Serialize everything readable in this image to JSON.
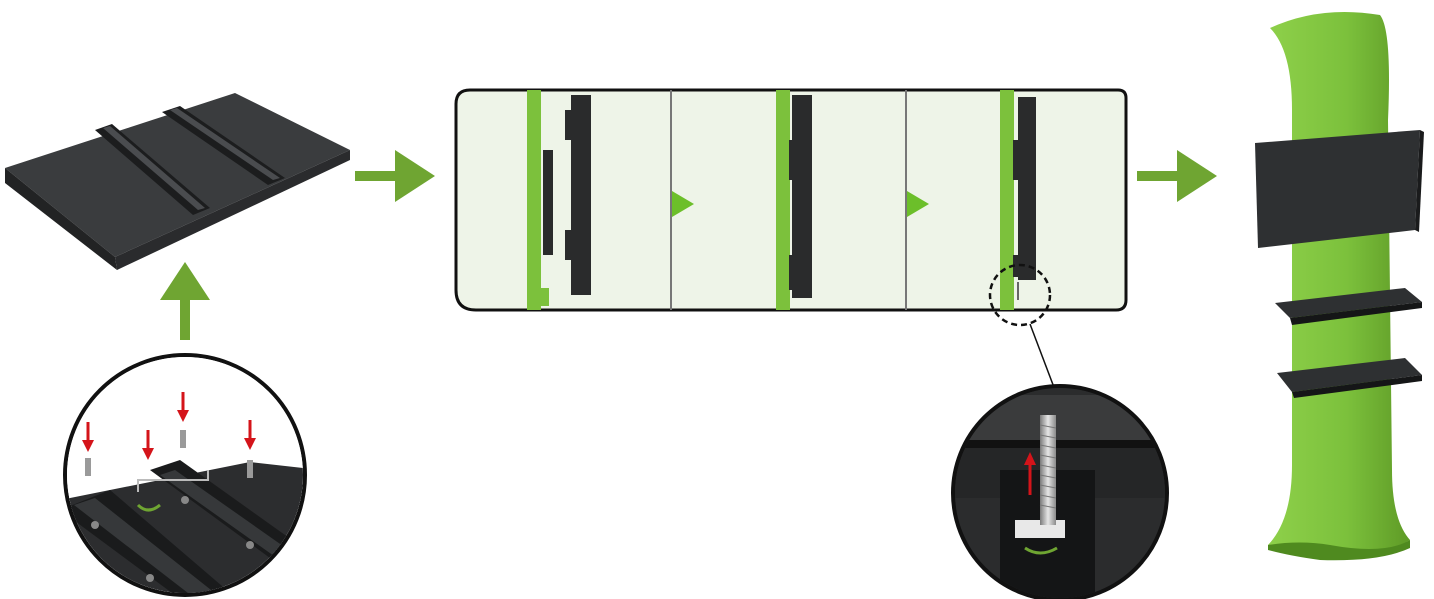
{
  "figure": {
    "kind": "assembly-instructions",
    "text_labels": []
  },
  "colors": {
    "accent_green": "#6fa532",
    "stand_green": "#7cc13c",
    "panel_bg": "#eef4e8",
    "metal_dark": "#2e3032",
    "screw_red": "#d4141a",
    "outline": "#1a1a1a"
  },
  "steps": [
    {
      "name": "screen-with-brackets",
      "icon": "flat-panel-with-rails"
    },
    {
      "name": "attach-rails-detail",
      "icon": "magnifier-circle",
      "screws_shown": 4
    },
    {
      "name": "hang-screen-sequence",
      "icon": "side-view-frames",
      "frames": 3
    },
    {
      "name": "bolt-lock-detail",
      "icon": "magnifier-circle"
    },
    {
      "name": "assembled-stand",
      "icon": "kiosk-stand",
      "shelves": 2
    }
  ],
  "arrows": [
    {
      "from": "attach-rails-detail",
      "to": "screen-with-brackets",
      "direction": "up"
    },
    {
      "from": "screen-with-brackets",
      "to": "hang-screen-sequence",
      "direction": "right"
    },
    {
      "from": "hang-screen-sequence",
      "to": "assembled-stand",
      "direction": "right"
    }
  ]
}
